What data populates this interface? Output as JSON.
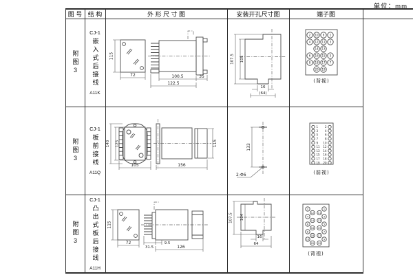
{
  "page": {
    "unit_label": "单位：mm",
    "colors": {
      "paper": "#ffffff",
      "line": "#2e2e2e"
    }
  },
  "table": {
    "headers": {
      "fig_no": "图 号",
      "structure": "结 构",
      "outline": "外 形 尺 寸 图",
      "mounting": "安装开孔尺寸图",
      "terminal": "端子图"
    },
    "rows": [
      {
        "fig_no": "附图3",
        "model": "CJ-1",
        "structure_name": "嵌入式后接线",
        "code": "A11K",
        "outline": {
          "front_height": "115",
          "front_width": "72",
          "body_len": "100.5",
          "total_len": "122.5",
          "flange_depth": "35"
        },
        "mounting": {
          "outer_h": "107.5",
          "inner_h": "105",
          "notch_w": "16",
          "width_ref": "(64)"
        },
        "terminal": {
          "caption": "(背视)",
          "numbers": [
            "2",
            "10",
            "9",
            "1",
            "4",
            "12",
            "11",
            "3",
            "14",
            "13",
            "6",
            "16",
            "15",
            "5",
            "8",
            "18",
            "17",
            "7",
            "20",
            "19"
          ]
        }
      },
      {
        "fig_no": "附图3",
        "model": "CJ-1",
        "structure_name": "板前接线",
        "code": "A11Q",
        "outline": {
          "outer_h": "140",
          "inner_h": "125",
          "width": "105",
          "side_len": "156",
          "side_h": "115"
        },
        "mounting": {
          "hole_pitch": "133",
          "hole_note": "2-Φ6"
        },
        "terminal": {
          "caption": "(前视)",
          "pairs": [
            [
              "1",
              "2"
            ],
            [
              "3",
              "4"
            ],
            [
              "5",
              "6"
            ],
            [
              "7",
              "8"
            ],
            [
              "9",
              "10"
            ],
            [
              "11",
              "12"
            ],
            [
              "13",
              "14"
            ],
            [
              "15",
              "16"
            ],
            [
              "17",
              "18"
            ],
            [
              "19",
              "20"
            ]
          ]
        }
      },
      {
        "fig_no": "附图3",
        "model": "CJ-1",
        "structure_name": "凸出式板后接线",
        "code": "A11H",
        "outline": {
          "front_height": "115",
          "front_width": "72",
          "pin_len": "31.5",
          "offset": "9.5",
          "body_len": "126"
        },
        "mounting": {
          "outer_h": "107.5",
          "inner_h": "104",
          "notch_w": "16",
          "width_ref": "64"
        },
        "terminal": {
          "caption": "(背视)",
          "left_outer": [
            "2",
            "4",
            "6",
            "8",
            "10"
          ],
          "left_inner": [
            "12",
            "14",
            "16",
            "18",
            "20"
          ],
          "right_inner": [
            "11",
            "13",
            "15",
            "17",
            "19"
          ],
          "right_outer": [
            "1",
            "3",
            "5",
            "7",
            "9"
          ]
        }
      }
    ]
  }
}
